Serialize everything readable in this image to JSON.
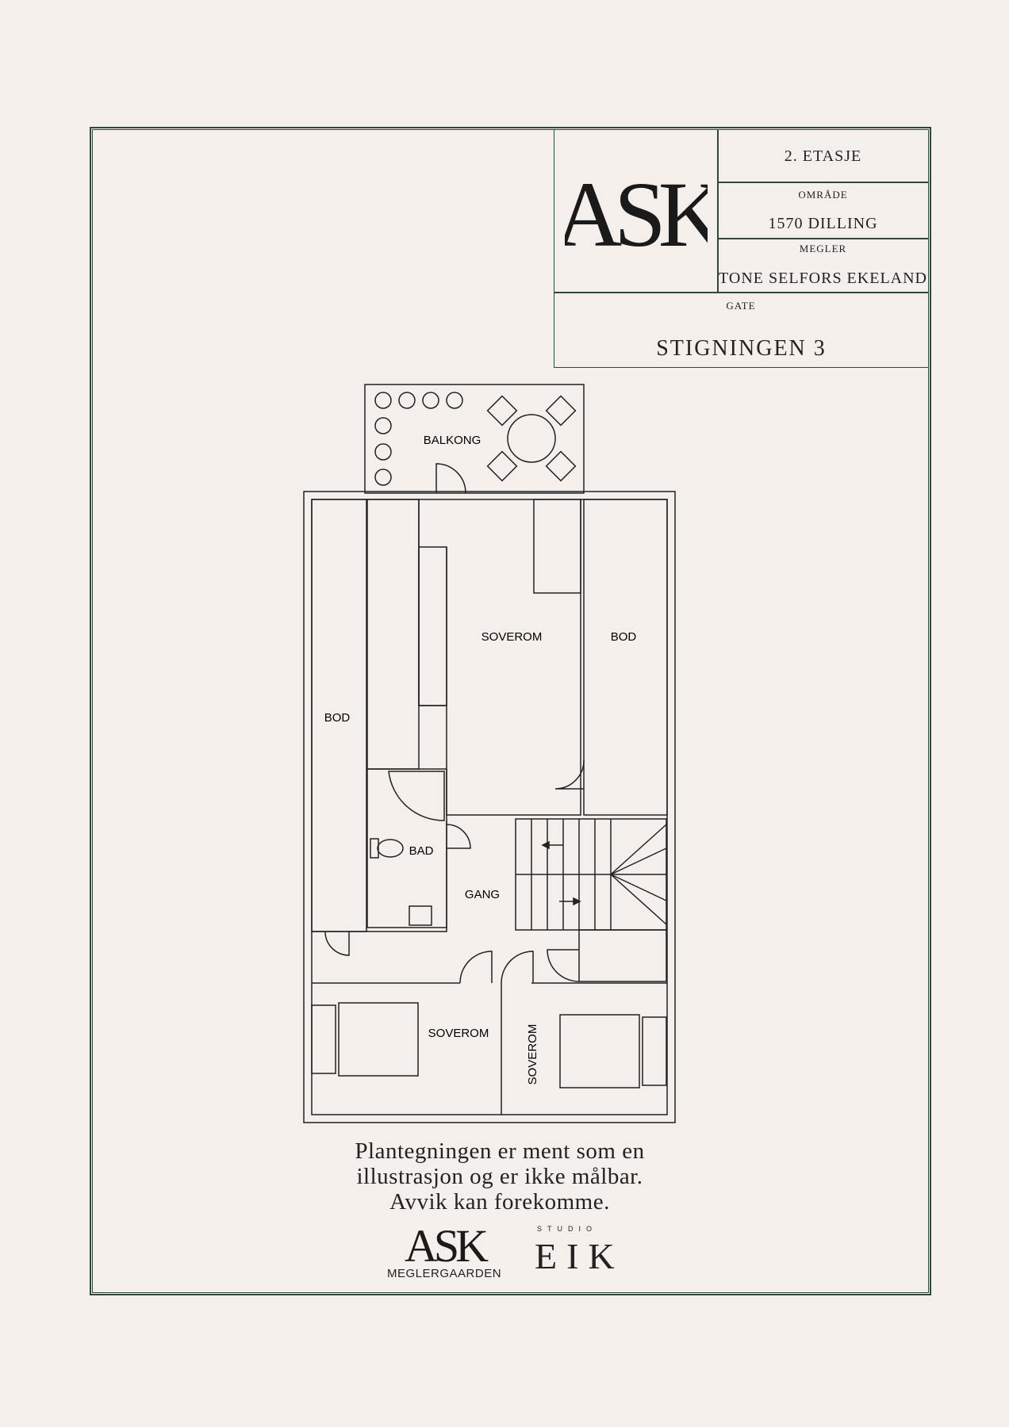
{
  "title_block": {
    "floor": "2. ETASJE",
    "area_label": "OMRÅDE",
    "area_value": "1570 DILLING",
    "agent_label": "MEGLER",
    "agent_value": "TONE SELFORS EKELAND",
    "street_label": "GATE",
    "street_value": "STIGNINGEN 3",
    "logo_text": "ASK"
  },
  "rooms": {
    "balcony": "BALKONG",
    "bedroom_top": "SOVEROM",
    "storage_right": "BOD",
    "storage_left": "BOD",
    "bathroom": "BAD",
    "hallway": "GANG",
    "bedroom_bottom_left": "SOVEROM",
    "bedroom_bottom_right": "SOVEROM"
  },
  "disclaimer": [
    "Plantegningen er ment som en",
    "illustrasjon og er ikke målbar.",
    "Avvik kan forekomme."
  ],
  "footer": {
    "ask_logo": "ASK",
    "ask_sub": "MEGLERGAARDEN",
    "eik_studio": "STUDIO",
    "eik": "EIK"
  },
  "colors": {
    "frame": "#2e4a34",
    "background": "#f5efec",
    "ink": "#222222"
  }
}
